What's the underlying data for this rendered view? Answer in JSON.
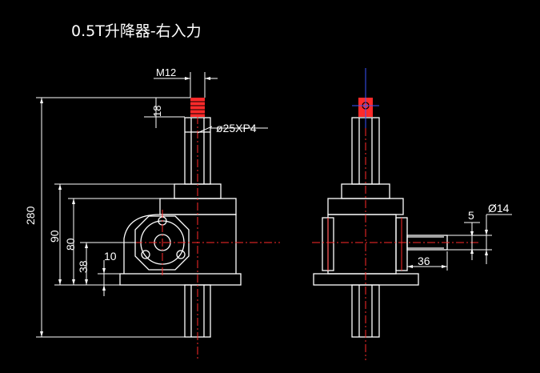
{
  "title": "0.5T升降器-右入力",
  "dimensions": {
    "m12": "M12",
    "d18": "18",
    "phi25": "ø25XP4",
    "d280": "280",
    "d90": "90",
    "d80": "80",
    "d38": "38",
    "d10": "10",
    "d5": "5",
    "phi14": "Ø14",
    "d36": "36"
  },
  "colors": {
    "background": "#000000",
    "lines": "#ffffff",
    "centerlines": "#ff2a2a",
    "threads": "#ff2a2a",
    "axis": "#3a55ff"
  }
}
